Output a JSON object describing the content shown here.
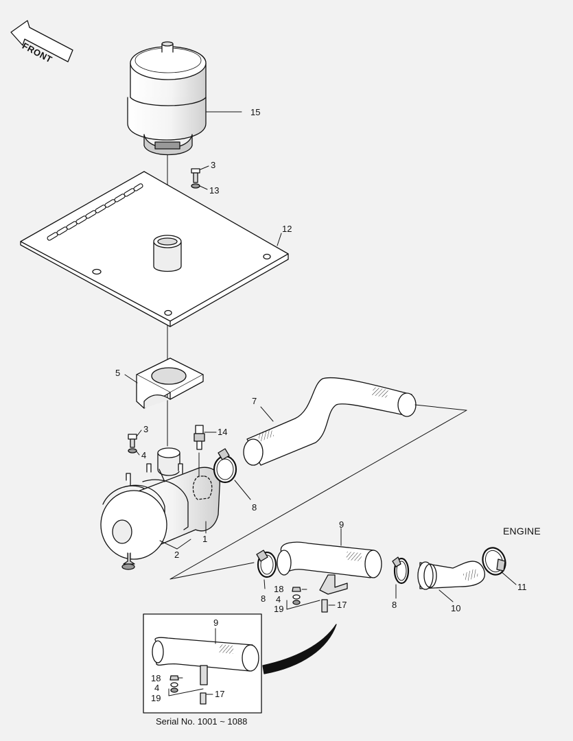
{
  "front_arrow": {
    "text": "FRONT"
  },
  "engine_label": "ENGINE",
  "serial_caption": "Serial No. 1001 ~ 1088",
  "callouts": {
    "n15": "15",
    "n3_top": "3",
    "n13": "13",
    "n12": "12",
    "n5": "5",
    "n7": "7",
    "n3_mid": "3",
    "n14": "14",
    "n4_mid": "4",
    "n8_upper": "8",
    "n1": "1",
    "n2": "2",
    "n9": "9",
    "n8_left": "8",
    "n18": "18",
    "n4_low": "4",
    "n19": "19",
    "n17": "17",
    "n8_right": "8",
    "n10": "10",
    "n11": "11",
    "inset_n9": "9",
    "inset_n18": "18",
    "inset_n4": "4",
    "inset_n19": "19",
    "inset_n17": "17"
  },
  "colors": {
    "background": "#f2f2f2",
    "line": "#111111",
    "part_fill": "#ffffff",
    "shade": "#dddddd"
  },
  "icons": [
    "front-arrow-icon",
    "curved-arrow-icon"
  ]
}
